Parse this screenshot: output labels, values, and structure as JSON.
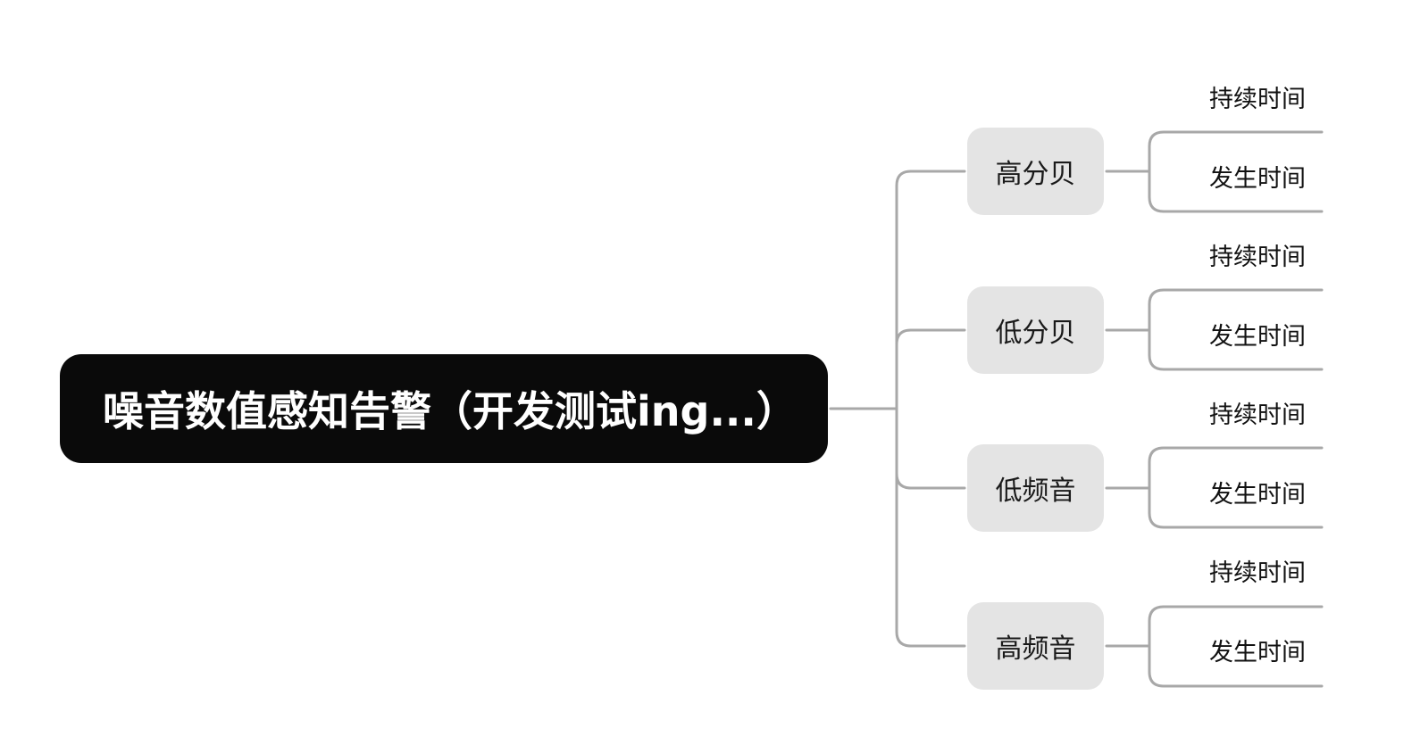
{
  "root": {
    "label": "噪音数值感知告警（开发测试ing...）"
  },
  "branches": [
    {
      "label": "高分贝",
      "leaves": [
        "持续时间",
        "发生时间"
      ]
    },
    {
      "label": "低分贝",
      "leaves": [
        "持续时间",
        "发生时间"
      ]
    },
    {
      "label": "低频音",
      "leaves": [
        "持续时间",
        "发生时间"
      ]
    },
    {
      "label": "高频音",
      "leaves": [
        "持续时间",
        "发生时间"
      ]
    }
  ],
  "colors": {
    "root_fill": "#0a0a0a",
    "branch_fill": "#e4e4e4",
    "connector": "#a8a8a8"
  }
}
